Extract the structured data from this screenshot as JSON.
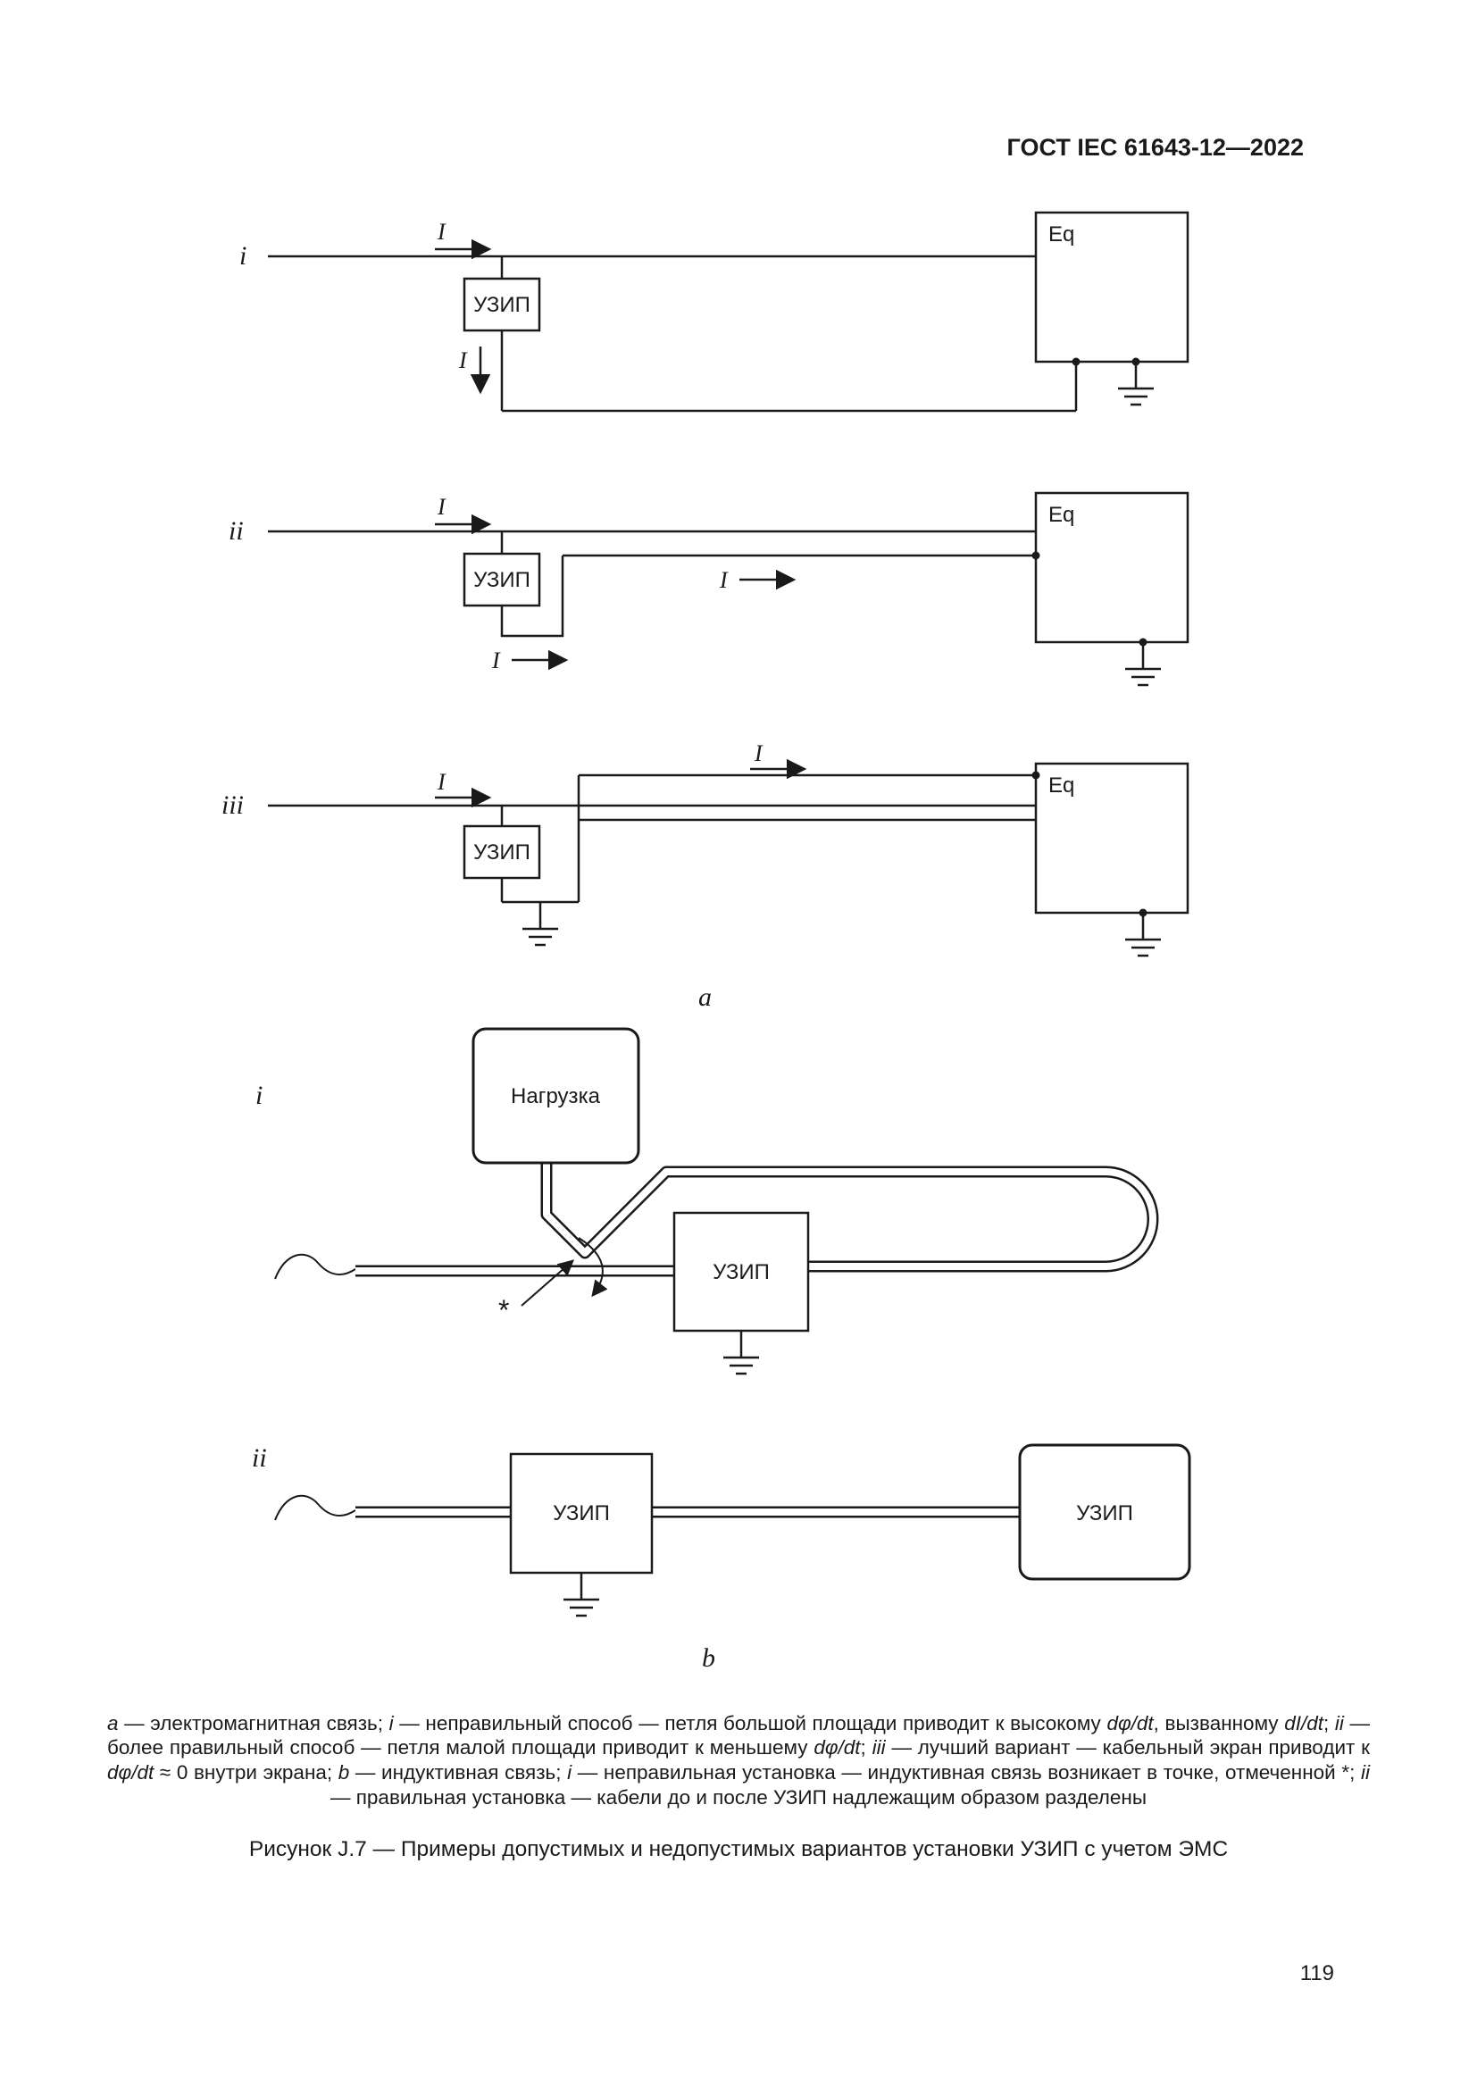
{
  "header": {
    "title": "ГОСТ IEC 61643-12—2022"
  },
  "labels": {
    "current": "I",
    "eq": "Eq",
    "spd": "УЗИП",
    "load": "Нагрузка",
    "item_i": "i",
    "item_ii": "ii",
    "item_iii": "iii",
    "part_a": "a",
    "part_b": "b",
    "asterisk": "*"
  },
  "caption": {
    "segments": [
      {
        "text": "a",
        "italic": true
      },
      {
        "text": " — электромагнитная связь; ",
        "italic": false
      },
      {
        "text": "i",
        "italic": true
      },
      {
        "text": " — неправильный способ — петля большой площади приводит к высокому ",
        "italic": false
      },
      {
        "text": "dφ/dt",
        "italic": true
      },
      {
        "text": ", вызванному ",
        "italic": false
      },
      {
        "text": "dI/dt",
        "italic": true
      },
      {
        "text": "; ",
        "italic": false
      },
      {
        "text": "ii",
        "italic": true
      },
      {
        "text": " — более правильный способ — петля малой площади приводит к меньшему ",
        "italic": false
      },
      {
        "text": "dφ/dt",
        "italic": true
      },
      {
        "text": "; ",
        "italic": false
      },
      {
        "text": "iii",
        "italic": true
      },
      {
        "text": " — лучший вариант — кабельный экран приводит к ",
        "italic": false
      },
      {
        "text": "dφ/dt",
        "italic": true
      },
      {
        "text": " ≈ 0 внутри экрана; ",
        "italic": false
      },
      {
        "text": "b",
        "italic": true
      },
      {
        "text": " — индуктивная связь; ",
        "italic": false
      },
      {
        "text": "i",
        "italic": true
      },
      {
        "text": " — неправильная установка — индуктивная связь возникает в точке, отмеченной *; ",
        "italic": false
      },
      {
        "text": "ii",
        "italic": true
      },
      {
        "text": " — правильная установка — кабели до и после УЗИП надлежащим образом разделены",
        "italic": false
      }
    ],
    "figure_title": "Рисунок J.7 — Примеры допустимых и недопустимых вариантов установки УЗИП с учетом ЭМС"
  },
  "footer": {
    "page_number": "119"
  }
}
